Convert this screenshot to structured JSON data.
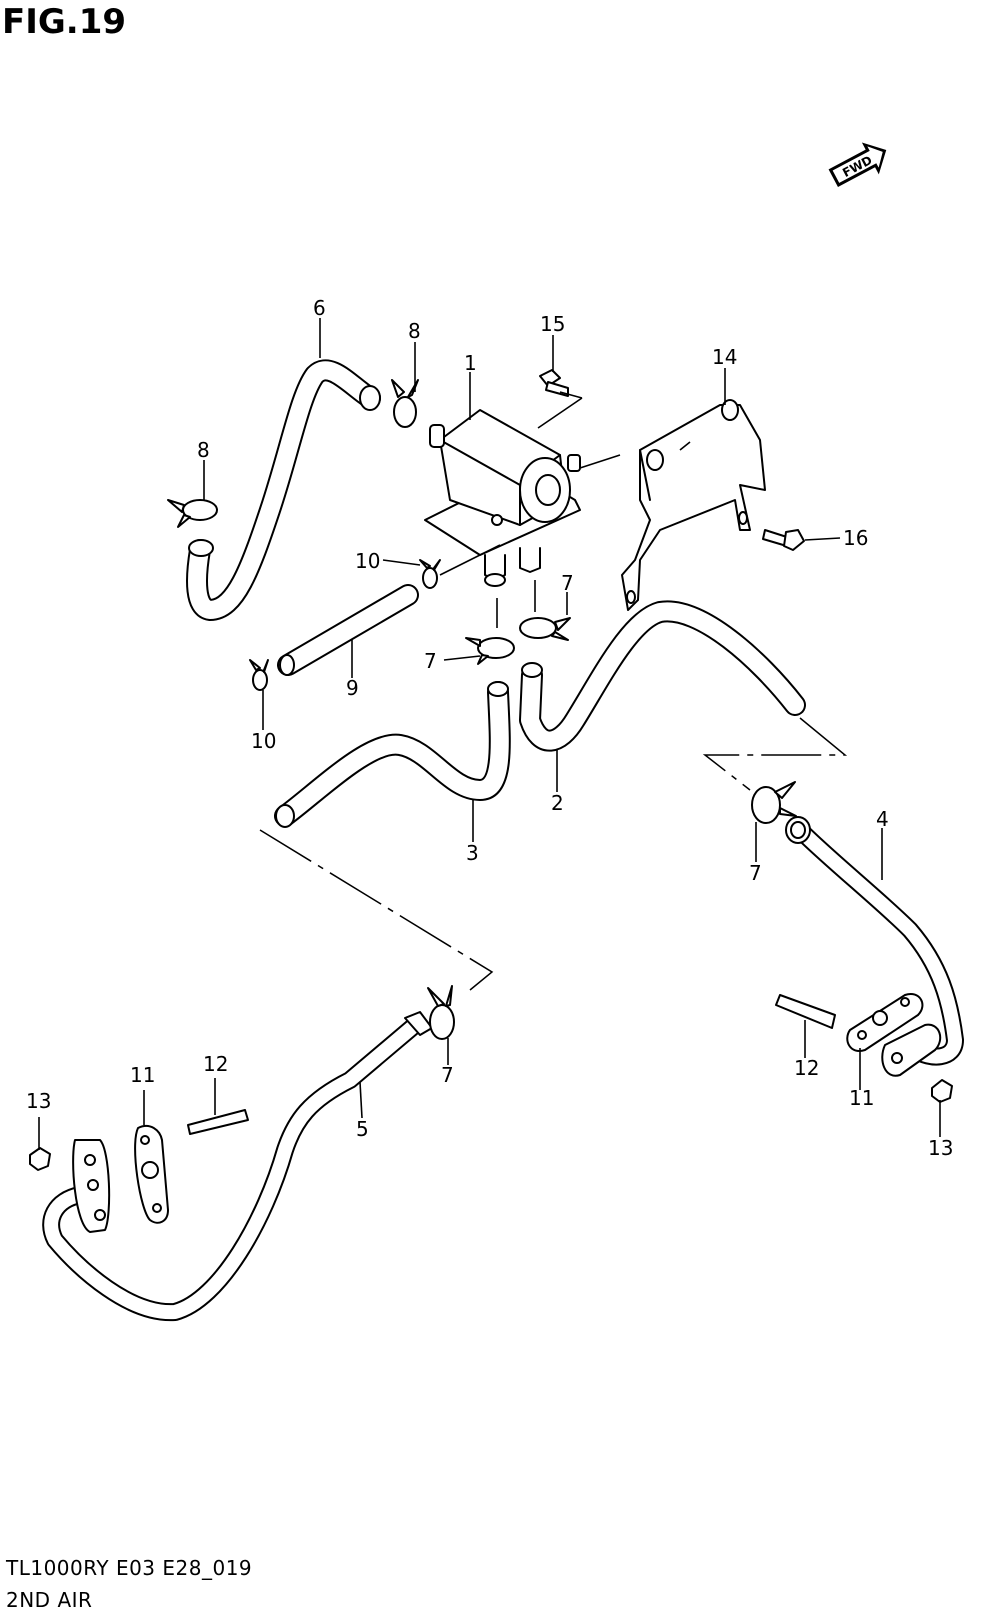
{
  "header": {
    "figure_title": "FIG.19"
  },
  "fwd_badge": {
    "label": "FWD"
  },
  "footer": {
    "model_code": "TL1000RY E03 E28_019",
    "section_name": "2ND AIR"
  },
  "callouts": {
    "c1": "1",
    "c2": "2",
    "c3": "3",
    "c4": "4",
    "c5": "5",
    "c6": "6",
    "c7": "7",
    "c8": "8",
    "c9": "9",
    "c10": "10",
    "c11": "11",
    "c12": "12",
    "c13": "13",
    "c14": "14",
    "c15": "15",
    "c16": "16"
  }
}
